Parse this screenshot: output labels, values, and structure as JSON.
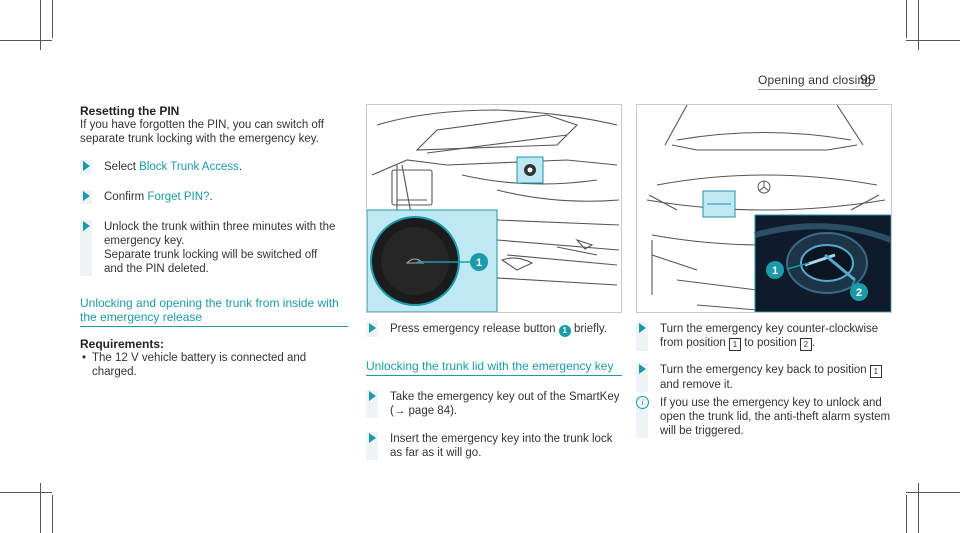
{
  "header": {
    "title": "Opening and closing",
    "page_number": "99"
  },
  "col1": {
    "heading": "Resetting the PIN",
    "intro": [
      "If you have forgotten the PIN, you can switch off",
      "separate trunk locking with the emergency key."
    ],
    "step1_prefix": "Select ",
    "step1_link": "Block Trunk Access",
    "step1_suffix": ".",
    "step2_prefix": "Confirm ",
    "step2_link": "Forget PIN?",
    "step2_suffix": ".",
    "step3_lines": [
      "Unlock the trunk within three minutes with the",
      "emergency key.",
      "Separate trunk locking will be switched off",
      "and the PIN deleted."
    ],
    "section_heading": [
      "Unlocking and opening the trunk from inside with",
      "the emergency release"
    ],
    "req_heading": "Requirements:",
    "req_lines": [
      "The 12 V vehicle battery is connected and",
      "charged."
    ]
  },
  "col2": {
    "callout": "1",
    "step_prefix": "Press emergency release button ",
    "step_badge": "1",
    "step_suffix": " briefly.",
    "section_heading": "Unlocking the trunk lid with the emergency key",
    "step2_lines": [
      "Take the emergency key out of the SmartKey",
      "(→ page 84)."
    ],
    "step3_lines": [
      "Insert the emergency key into the trunk lock",
      "as far as it will go."
    ]
  },
  "col3": {
    "callout1": "1",
    "callout2": "2",
    "step1_line1": "Turn the emergency key counter-clockwise",
    "step1_line2_a": "from position ",
    "step1_box1": "1",
    "step1_line2_b": " to position ",
    "step1_box2": "2",
    "step1_line2_c": ".",
    "step2_line1_a": "Turn the emergency key back to position ",
    "step2_box": "1",
    "step2_line2": "and remove it.",
    "info_icon": "i",
    "info_lines": [
      "If you use the emergency key to unlock and",
      "open the trunk lid, the anti-theft alarm system",
      "will be triggered."
    ]
  }
}
